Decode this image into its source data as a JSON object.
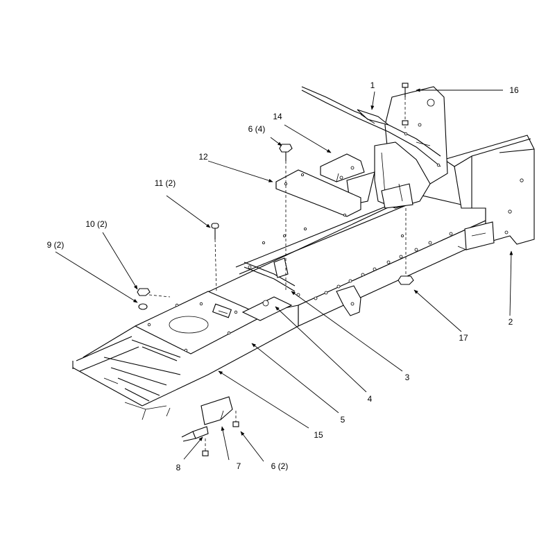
{
  "callouts": [
    {
      "id": "c1",
      "label": "1"
    },
    {
      "id": "c2",
      "label": "2"
    },
    {
      "id": "c3",
      "label": "3"
    },
    {
      "id": "c4",
      "label": "4"
    },
    {
      "id": "c5",
      "label": "5"
    },
    {
      "id": "c6a",
      "label": "6 (4)"
    },
    {
      "id": "c6b",
      "label": "6 (2)"
    },
    {
      "id": "c7",
      "label": "7"
    },
    {
      "id": "c8",
      "label": "8"
    },
    {
      "id": "c9",
      "label": "9 (2)"
    },
    {
      "id": "c10",
      "label": "10 (2)"
    },
    {
      "id": "c11",
      "label": "11 (2)"
    },
    {
      "id": "c12",
      "label": "12"
    },
    {
      "id": "c14",
      "label": "14"
    },
    {
      "id": "c15",
      "label": "15"
    },
    {
      "id": "c16",
      "label": "16"
    },
    {
      "id": "c17",
      "label": "17"
    }
  ]
}
